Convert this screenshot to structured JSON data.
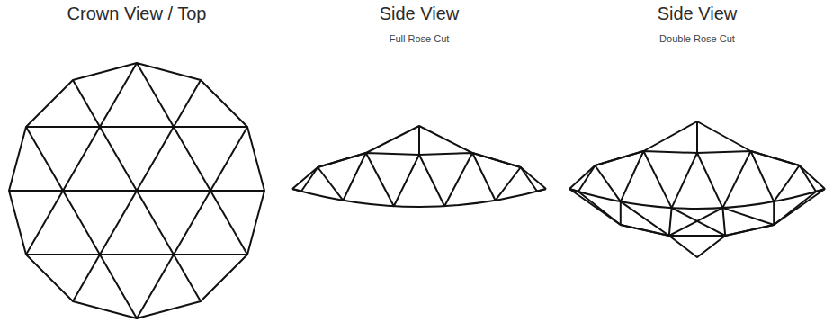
{
  "diagram": {
    "labels": [
      "Crown View / Top",
      "Side View",
      "Full Rose Cut",
      "Side View",
      "Double Rose Cut"
    ]
  }
}
